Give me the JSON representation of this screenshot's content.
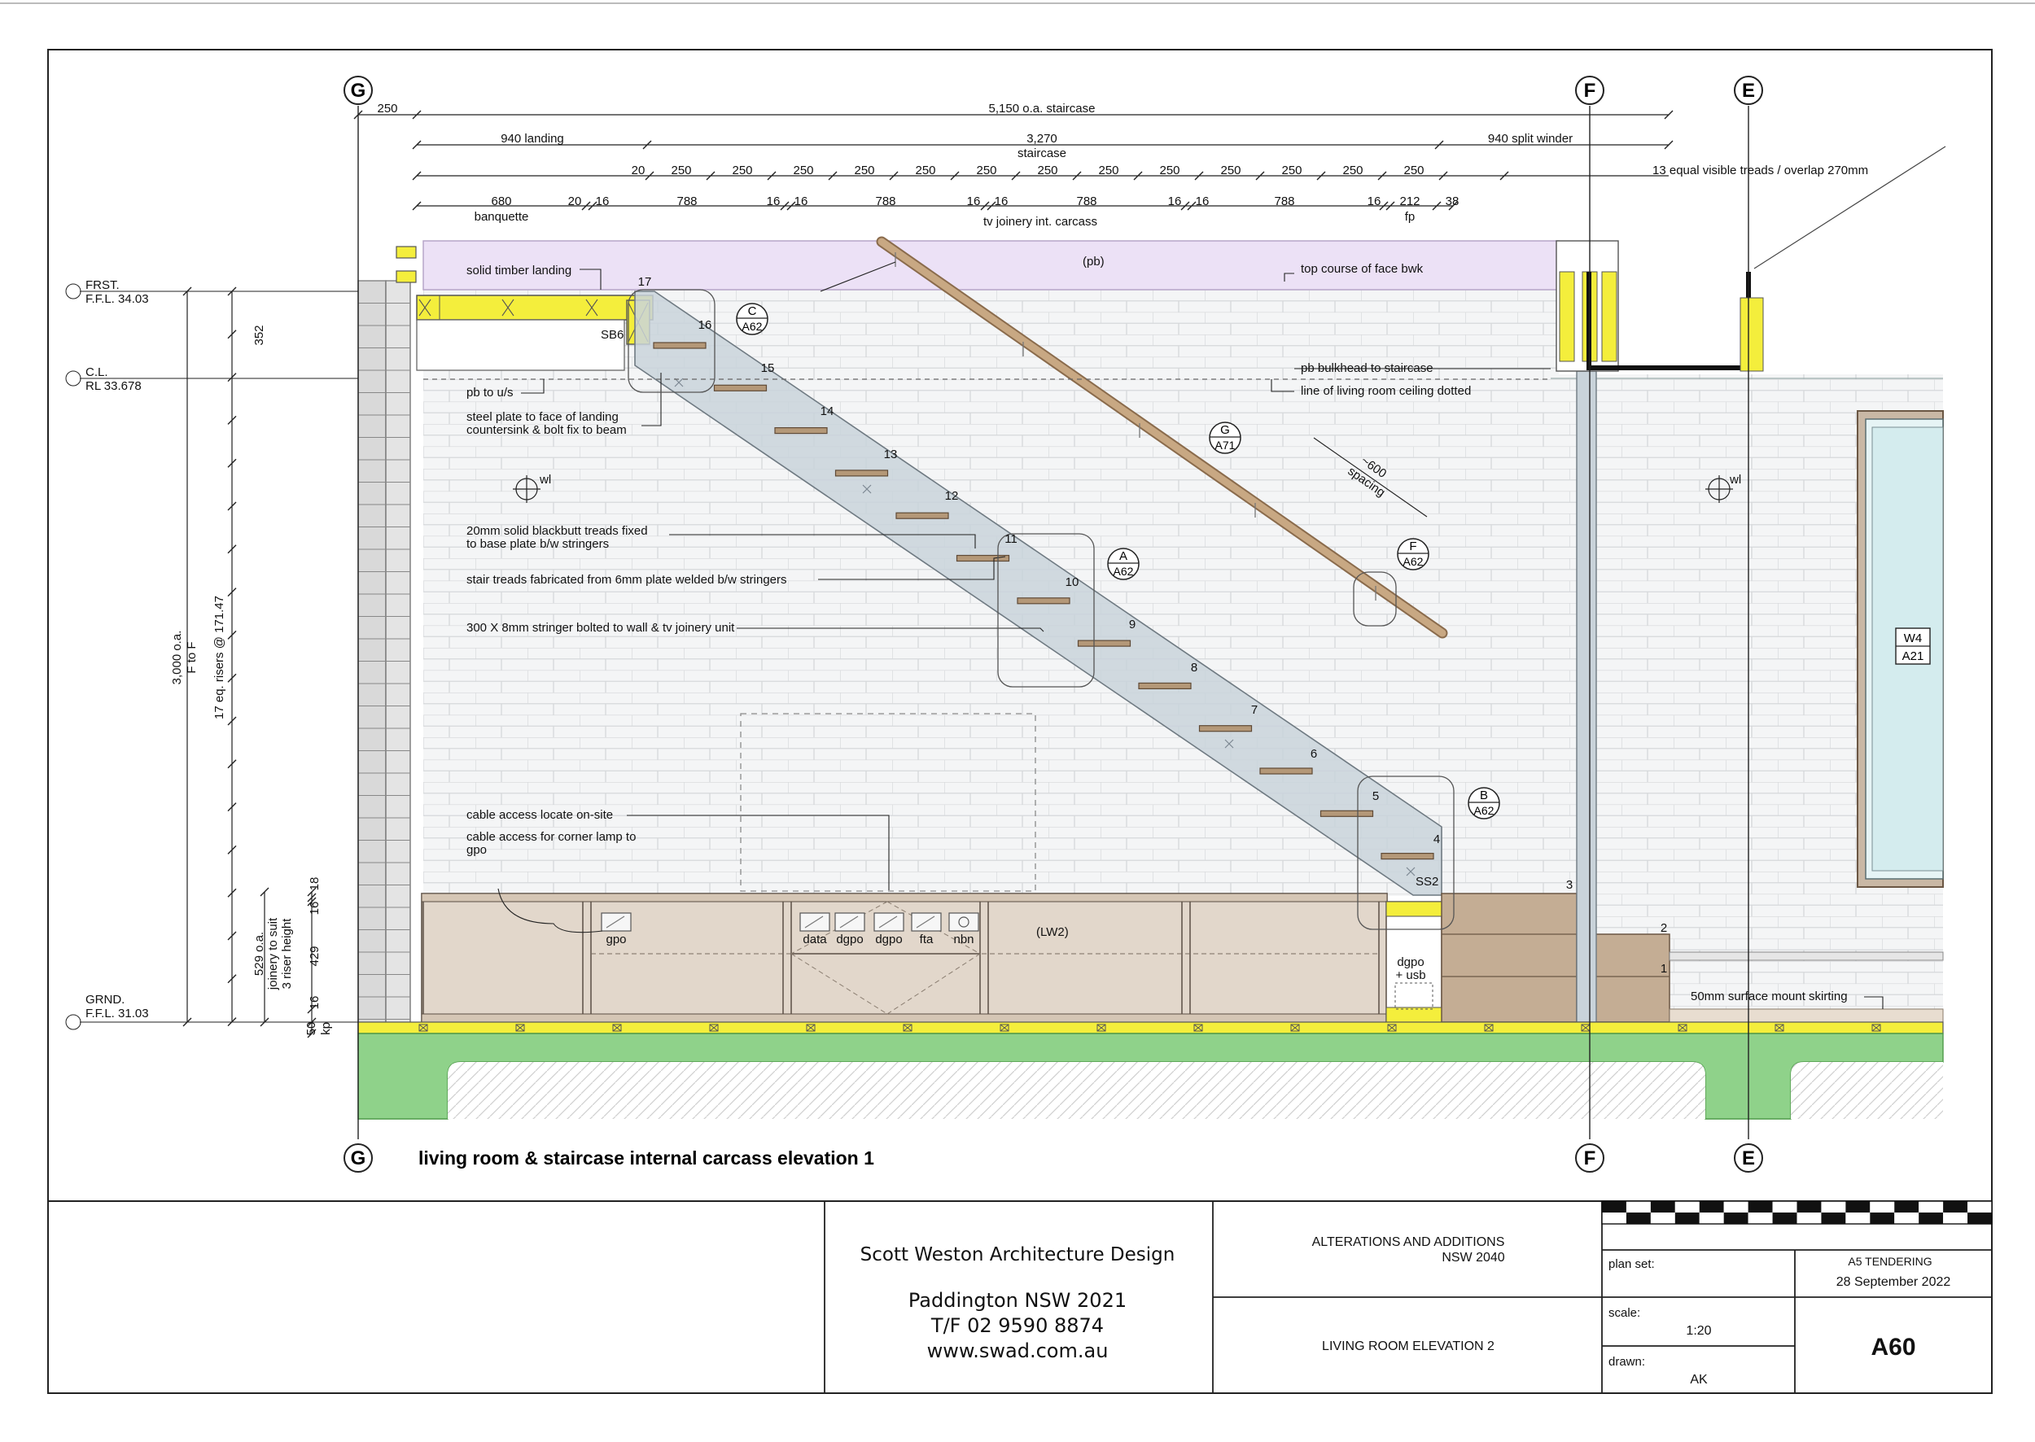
{
  "title": "living room & staircase internal carcass elevation 1",
  "grids": {
    "g": "G",
    "f": "F",
    "e": "E"
  },
  "dims": {
    "row1": [
      "250",
      "5,150 o.a. staircase"
    ],
    "row2_left": "940 landing",
    "row2_mid": [
      "3,270",
      "staircase"
    ],
    "row2_right": "940 split winder",
    "row3_first": "20",
    "row3_tread": "250",
    "row3_note": "13 equal visible treads / overlap 270mm",
    "row4": {
      "banq": [
        "680",
        "banquette"
      ],
      "v20_16": "20",
      "v16a": "16",
      "v16b": "16",
      "v788": "788",
      "tv": "tv joinery int. carcass",
      "fp": [
        "212",
        "fp"
      ],
      "v38": "38"
    }
  },
  "levels": {
    "frst": [
      "FRST.",
      "F.F.L. 34.03"
    ],
    "cl": [
      "C.L.",
      "RL 33.678"
    ],
    "grnd": [
      "GRND.",
      "F.F.L. 31.03"
    ]
  },
  "vdims": {
    "d352": "352",
    "oa": [
      "3,000 o.a.",
      "F to F"
    ],
    "risers": "17 eq. risers @ 171.47",
    "joinery": [
      "529 o.a.",
      "joinery to suit",
      "3 riser height"
    ],
    "d429": "429",
    "d16": "16",
    "d18": "18",
    "d50": "50",
    "kp": "kp"
  },
  "notes": {
    "solid_landing": "solid timber landing",
    "pb_us": "pb to u/s",
    "steel_plate": [
      "steel plate to face of landing",
      "countersink & bolt fix to beam"
    ],
    "treads": [
      "20mm solid blackbutt treads fixed",
      "to base plate b/w stringers"
    ],
    "fabricated": "stair treads fabricated from 6mm plate welded b/w stringers",
    "stringer": "300 X 8mm stringer bolted to wall & tv joinery unit",
    "cable1": "cable access locate on-site",
    "cable2": [
      "cable access for corner lamp to",
      "gpo"
    ],
    "pb_paren": "(pb)",
    "top_course": "top course of face bwk",
    "bulkhead": "pb bulkhead to staircase",
    "ceiling": "line of living room ceiling dotted",
    "spacing": [
      "~600",
      "spacing"
    ],
    "skirting": "50mm surface mount skirting",
    "sb6": "SB6",
    "ss2": "SS2",
    "wl": "wl",
    "lw2": "(LW2)"
  },
  "step_numbers": [
    "1",
    "2",
    "3",
    "4",
    "5",
    "6",
    "7",
    "8",
    "9",
    "10",
    "11",
    "12",
    "13",
    "14",
    "15",
    "16",
    "17"
  ],
  "bubbles": {
    "c": [
      "C",
      "A62"
    ],
    "a": [
      "A",
      "A62"
    ],
    "b": [
      "B",
      "A62"
    ],
    "f": [
      "F",
      "A62"
    ],
    "g": [
      "G",
      "A71"
    ]
  },
  "window": [
    "W4",
    "A21"
  ],
  "outlets": [
    "gpo",
    "data",
    "dgpo",
    "dgpo",
    "fta",
    "nbn"
  ],
  "dgpo_usb": [
    "dgpo",
    "+ usb"
  ],
  "titleblock": {
    "firm": "Scott Weston Architecture Design",
    "address": "Paddington NSW 2021",
    "phone": "T/F 02 9590 8874",
    "web": "www.swad.com.au",
    "project": "ALTERATIONS AND ADDITIONS",
    "postcode": "NSW 2040",
    "drawing_name": "LIVING ROOM ELEVATION 2",
    "plan_set_label": "plan set:",
    "plan_set": "A5 TENDERING",
    "date": "28 September 2022",
    "scale_label": "scale:",
    "scale": "1:20",
    "drawn_label": "drawn:",
    "drawn": "AK",
    "sheet": "A60"
  }
}
